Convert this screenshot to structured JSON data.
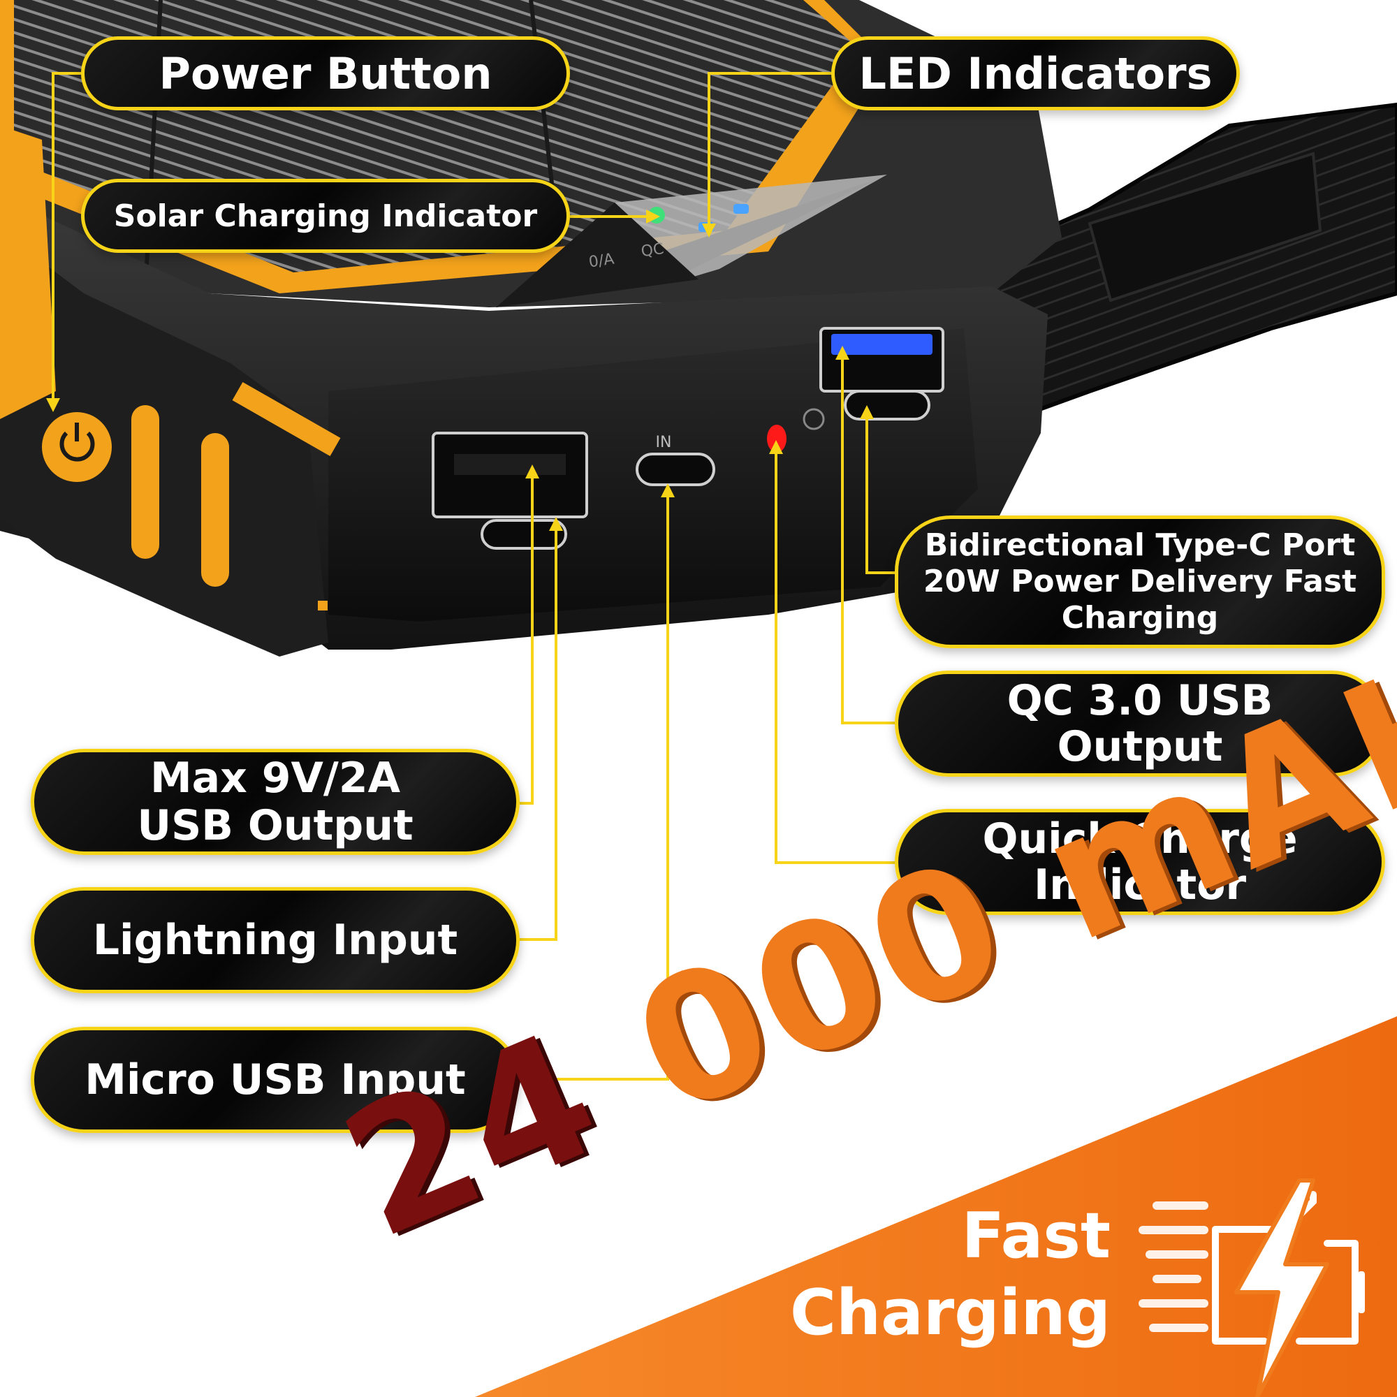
{
  "callouts": {
    "power_button": "Power Button",
    "solar_indicator": "Solar Charging Indicator",
    "led_indicators": "LED Indicators",
    "bidirectional_typec": "Bidirectional Type-C Port\n20W Power Delivery Fast\nCharging",
    "qc_usb": "QC 3.0 USB\nOutput",
    "quick_charge": "Quick Charge\nIndicator",
    "usb_output": "Max 9V/2A\nUSB Output",
    "lightning_input": "Lightning Input",
    "micro_usb_input": "Micro USB Input"
  },
  "device_labels": {
    "in_port": "IN",
    "led_label_1": "0/A",
    "led_label_2": "QC"
  },
  "capacity": {
    "digits_first": "24",
    "digits_rest": " 000 ",
    "unit": "mAH"
  },
  "badge": {
    "line1": "Fast",
    "line2": "Charging",
    "icon": "lightning-battery-icon"
  },
  "colors": {
    "accent_yellow": "#f7d417",
    "device_orange": "#f2a21b",
    "banner_orange": "#f07b1c",
    "capacity_dark_red": "#7a0f0f",
    "led_green": "#3fe07a",
    "led_blue": "#2f5cff",
    "led_red": "#ff1a1a"
  }
}
